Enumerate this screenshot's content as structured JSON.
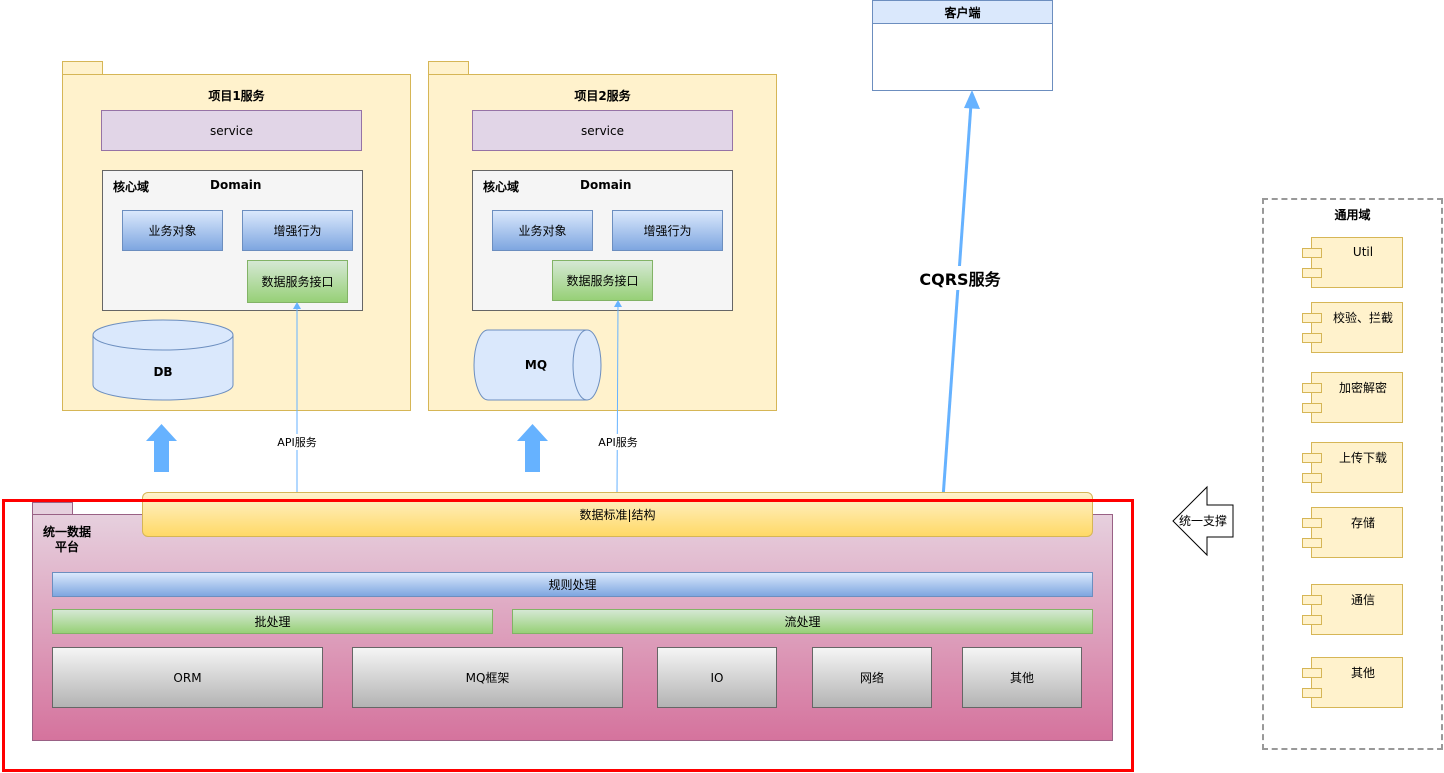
{
  "client": {
    "title": "客户端"
  },
  "project1": {
    "title": "项目1服务",
    "service": "service",
    "core_label": "核心域",
    "domain_label": "Domain",
    "business_object": "业务对象",
    "enhance_behavior": "增强行为",
    "data_service_interface": "数据服务接口",
    "storage": "DB"
  },
  "project2": {
    "title": "项目2服务",
    "service": "service",
    "core_label": "核心域",
    "domain_label": "Domain",
    "business_object": "业务对象",
    "enhance_behavior": "增强行为",
    "data_service_interface": "数据服务接口",
    "storage": "MQ"
  },
  "cqrs_label": "CQRS服务",
  "api_label_1": "API服务",
  "api_label_2": "API服务",
  "common_domain": {
    "title": "通用域",
    "items": [
      "Util",
      "校验、拦截",
      "加密解密",
      "上传下载",
      "存储",
      "通信",
      "其他"
    ]
  },
  "support_arrow_label": "统一支撑",
  "platform": {
    "title": "统一数据\n平台",
    "data_standard": "数据标准|结构",
    "rule_processing": "规则处理",
    "batch_processing": "批处理",
    "stream_processing": "流处理",
    "frameworks": [
      "ORM",
      "MQ框架",
      "IO",
      "网络",
      "其他"
    ]
  },
  "colors": {
    "highlight_border": "#ff0000",
    "arrow_blue": "#66b2ff",
    "package_fill": "#fff2cc",
    "platform_fill": "#d5739d"
  }
}
